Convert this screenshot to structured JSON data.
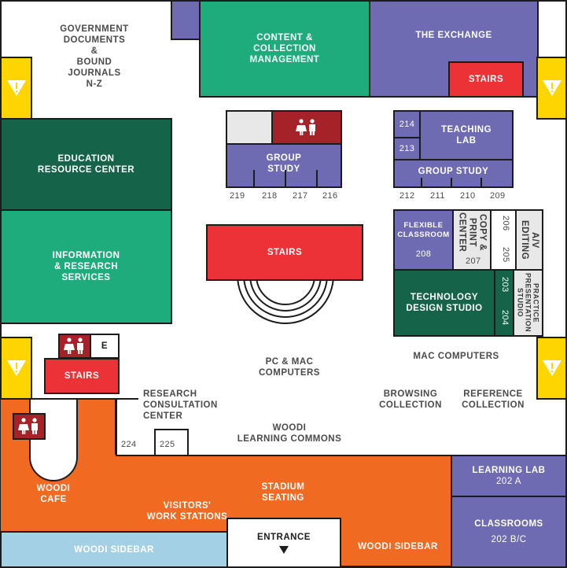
{
  "colors": {
    "green": "#1fac7c",
    "dark_green": "#156349",
    "purple": "#6f6bb2",
    "red": "#ec3237",
    "dark_red": "#a52228",
    "orange": "#f06a22",
    "light_blue": "#a3d0e4",
    "yellow": "#ffd500",
    "light_gray": "#e8e8e8",
    "text_gray": "#4a4a4a"
  },
  "labels": {
    "gov_docs": "GOVERNMENT\nDOCUMENTS\n&\nBOUND\nJOURNALS\nN-Z",
    "content_mgmt": "CONTENT &\nCOLLECTION\nMANAGEMENT",
    "exchange": "THE EXCHANGE",
    "stairs_top": "STAIRS",
    "education": "EDUCATION\nRESOURCE CENTER",
    "info_research": "INFORMATION\n& RESEARCH\nSERVICES",
    "group_study_left": "GROUP\nSTUDY",
    "teaching_lab": "TEACHING\nLAB",
    "group_study_right": "GROUP STUDY",
    "stairs_center": "STAIRS",
    "flexible": "FLEXIBLE\nCLASSROOM",
    "copy_print": "COPY &\nPRINT\nCENTER",
    "av_editing": "A/V\nEDITING",
    "tech_design": "TECHNOLOGY\nDESIGN STUDIO",
    "practice": "PRACTICE\nPRESENTATION\nSTUDIO",
    "elevator": "E",
    "stairs_left": "STAIRS",
    "pc_mac": "PC & MAC\nCOMPUTERS",
    "mac": "MAC COMPUTERS",
    "research_consult": "RESEARCH\nCONSULTATION\nCENTER",
    "browsing": "BROWSING\nCOLLECTION",
    "reference": "REFERENCE\nCOLLECTION",
    "learning_commons": "WOODI\nLEARNING COMMONS",
    "cafe": "WOODI\nCAFE",
    "visitors": "VISITORS'\nWORK STATIONS",
    "stadium": "STADIUM\nSEATING",
    "learning_lab": "LEARNING LAB",
    "classrooms": "CLASSROOMS",
    "sidebar_left": "WOODI SIDEBAR",
    "sidebar_right": "WOODI SIDEBAR",
    "entrance": "ENTRANCE"
  },
  "room_numbers": {
    "r219": "219",
    "r218": "218",
    "r217": "217",
    "r216": "216",
    "r214": "214",
    "r213": "213",
    "r212": "212",
    "r211": "211",
    "r210": "210",
    "r209": "209",
    "r208": "208",
    "r207": "207",
    "r206": "206",
    "r205": "205",
    "r203": "203",
    "r204": "204",
    "r224": "224",
    "r225": "225",
    "r202a": "202 A",
    "r202bc": "202 B/C"
  },
  "icons": {
    "warning": "warning-icon",
    "restroom": "restroom-icon",
    "entrance_arrow": "arrow-down-icon"
  }
}
